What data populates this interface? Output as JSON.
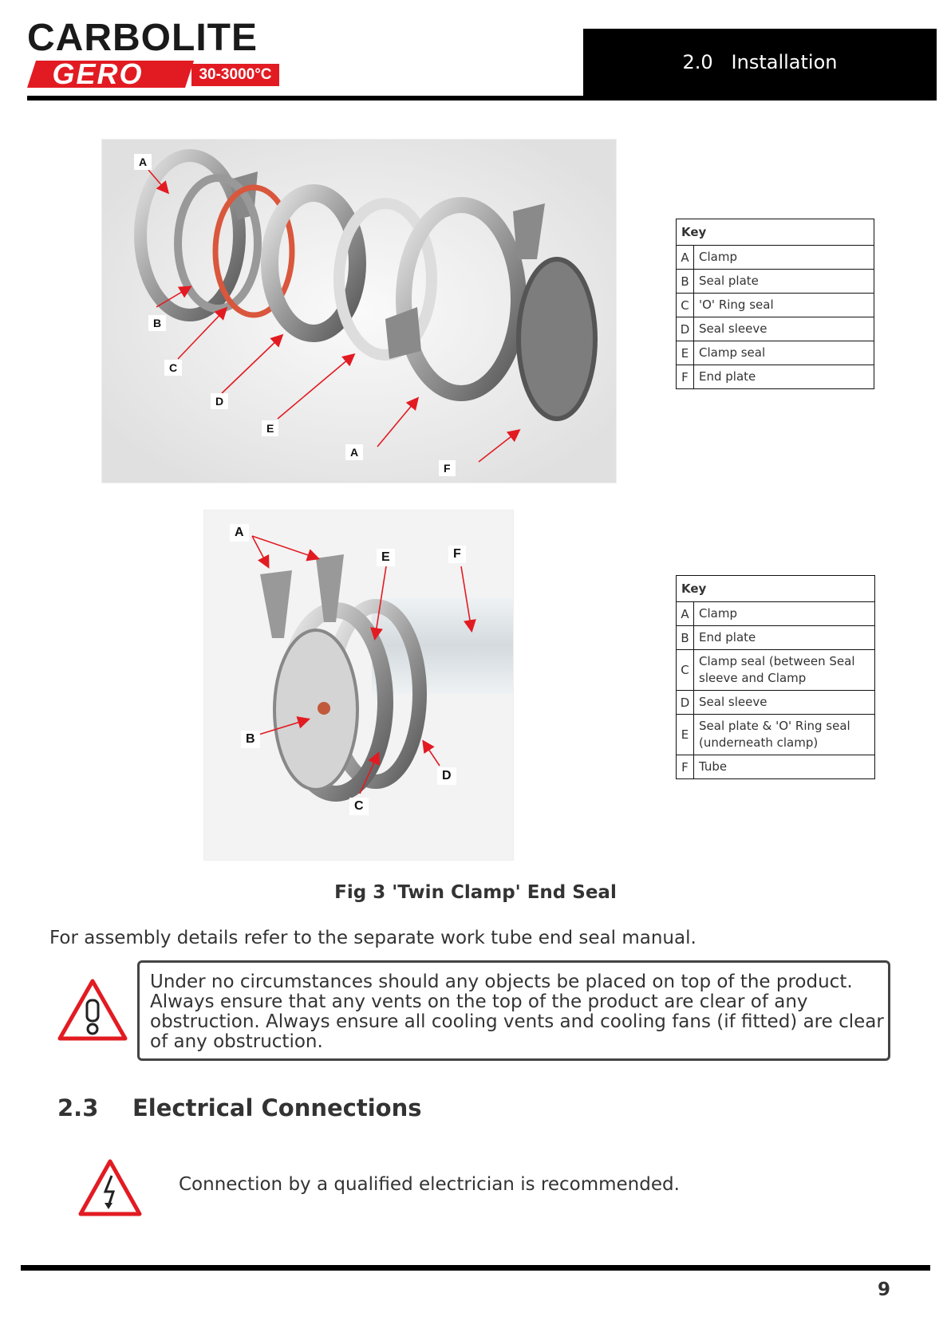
{
  "header": {
    "logo": {
      "brand_top": "CARBOLITE",
      "brand_bottom": "GERO",
      "temperature": "30-3000°C"
    },
    "section": "2.0   Installation"
  },
  "figure_top": {
    "callouts": [
      "A",
      "B",
      "C",
      "D",
      "E",
      "A",
      "F"
    ],
    "key": {
      "title": "Key",
      "rows": [
        {
          "letter": "A",
          "desc": "Clamp"
        },
        {
          "letter": "B",
          "desc": "Seal plate"
        },
        {
          "letter": "C",
          "desc": "'O' Ring seal"
        },
        {
          "letter": "D",
          "desc": "Seal sleeve"
        },
        {
          "letter": "E",
          "desc": "Clamp seal"
        },
        {
          "letter": "F",
          "desc": "End plate"
        }
      ]
    }
  },
  "figure_bottom": {
    "callouts": [
      "A",
      "E",
      "F",
      "B",
      "C",
      "D"
    ],
    "key": {
      "title": "Key",
      "rows": [
        {
          "letter": "A",
          "desc": "Clamp"
        },
        {
          "letter": "B",
          "desc": "End plate"
        },
        {
          "letter": "C",
          "desc": "Clamp seal (between Seal sleeve and Clamp"
        },
        {
          "letter": "D",
          "desc": "Seal sleeve"
        },
        {
          "letter": "E",
          "desc": "Seal plate & 'O' Ring seal (underneath clamp)"
        },
        {
          "letter": "F",
          "desc": "Tube"
        }
      ]
    }
  },
  "caption": "Fig 3 'Twin Clamp' End Seal",
  "assembly_note": "For assembly details refer to the separate work tube end seal manual.",
  "warning": {
    "icon": "hazard-warning-icon",
    "text": "Under no circumstances should any objects be placed on top of the product.  Always ensure that any vents on the top of the product are clear of any obstruction. Always ensure all cooling vents and cooling fans (if fitted) are clear of any obstruction."
  },
  "section_heading": {
    "number": "2.3",
    "title": "Electrical Connections"
  },
  "electrical": {
    "icon": "electric-hazard-icon",
    "text": "Connection by a qualified electrician is recommended."
  },
  "footer": {
    "page_number": "9"
  },
  "colors": {
    "accent_red": "#e21b22",
    "black": "#000000",
    "text": "#333333"
  }
}
